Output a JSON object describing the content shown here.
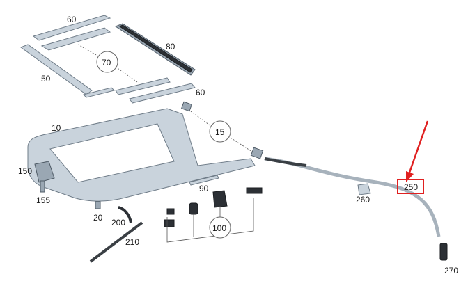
{
  "diagram": {
    "labels": {
      "p60a": "60",
      "p80": "80",
      "p50": "50",
      "p70": "70",
      "p60b": "60",
      "p10": "10",
      "p15": "15",
      "p150": "150",
      "p155": "155",
      "p90": "90",
      "p20": "20",
      "p200": "200",
      "p210": "210",
      "p100": "100",
      "p250": "250",
      "p260": "260",
      "p270": "270"
    },
    "highlight": {
      "color": "#e02020",
      "target": "250"
    }
  }
}
